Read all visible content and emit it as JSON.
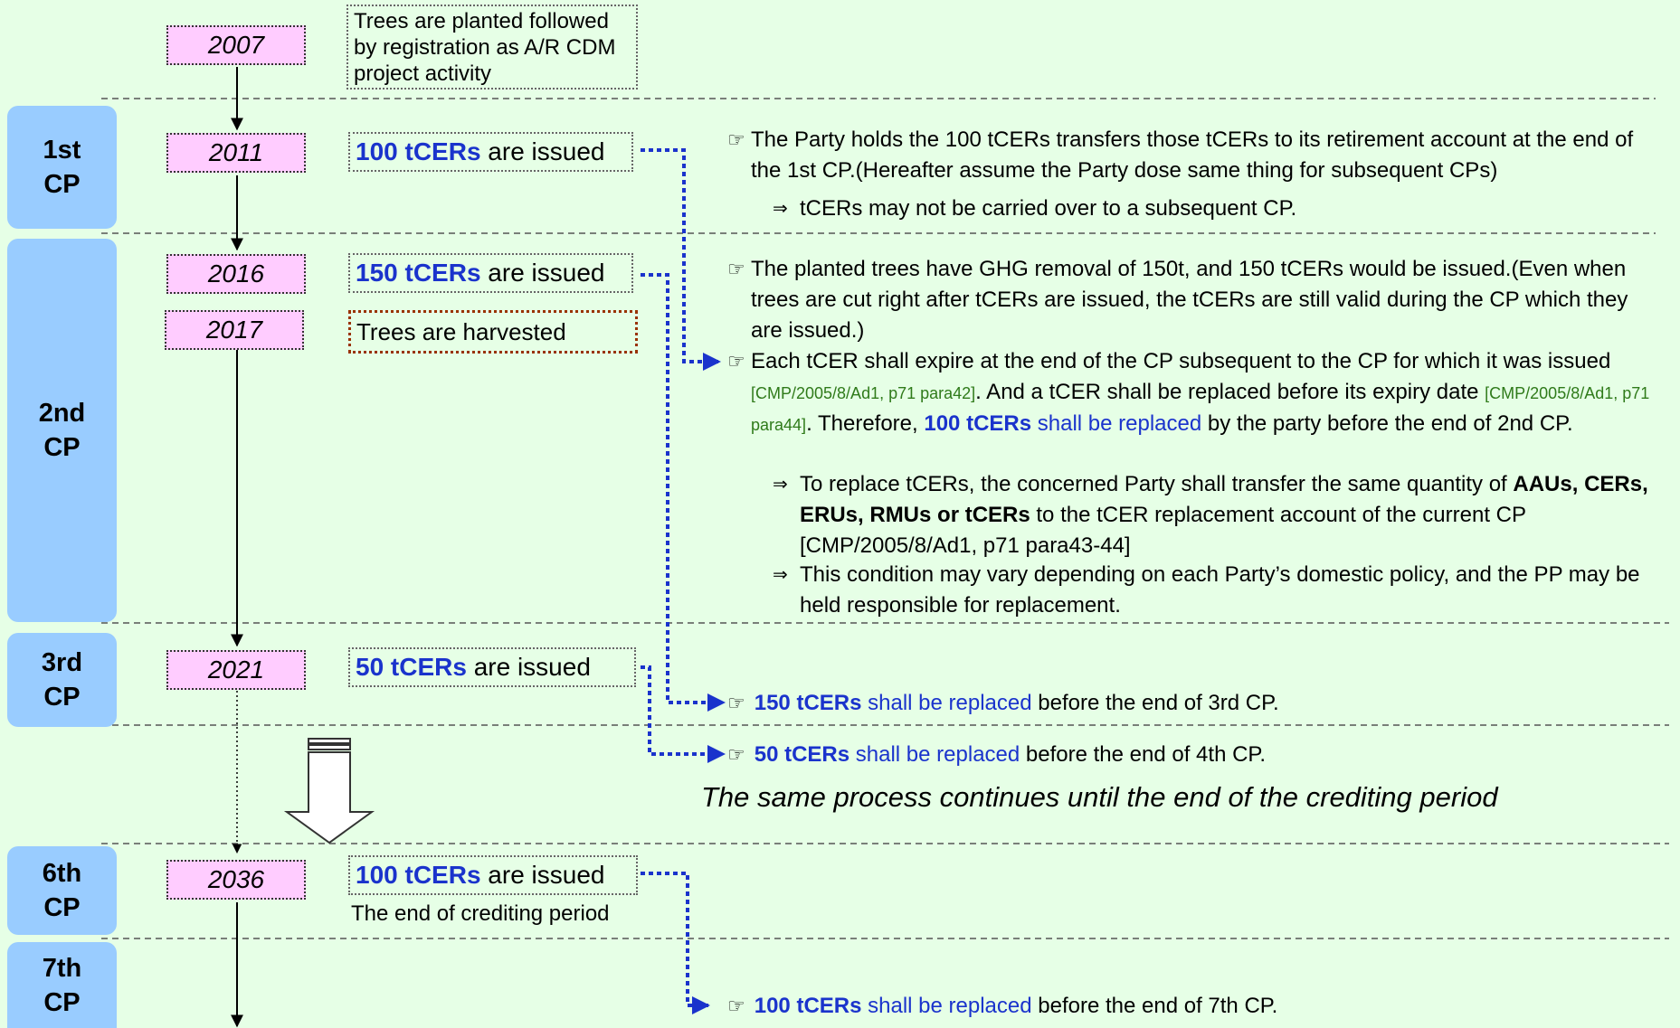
{
  "periods": [
    {
      "label": "1st\nCP"
    },
    {
      "label": "2nd\nCP"
    },
    {
      "label": "3rd\nCP"
    },
    {
      "label": "6th\nCP"
    },
    {
      "label": "7th\nCP"
    }
  ],
  "years": [
    "2007",
    "2011",
    "2016",
    "2017",
    "2021",
    "2036"
  ],
  "events": {
    "planted": "Trees are planted followed by registration as A/R CDM project activity",
    "issued_suffix": " are issued",
    "issued_2011": "100 tCERs",
    "issued_2016": "150 tCERs",
    "harvested": "Trees are harvested",
    "issued_2021": "50 tCERs",
    "issued_2036": "100 tCERs",
    "end_crediting": "The end of crediting period"
  },
  "notes": {
    "n1": "The Party holds the 100 tCERs transfers those tCERs to its retirement account at the end of the 1st CP.(Hereafter assume the Party dose same thing for subsequent CPs)",
    "n1_sub": "tCERs may not be carried over to a subsequent CP.",
    "n2": "The planted trees have GHG removal of 150t, and 150 tCERs would be issued.(Even when trees are cut right after tCERs are issued, the tCERs are still valid during the CP which they are issued.)",
    "n3_a": "Each tCER shall expire at the end of the CP subsequent to the CP for which it was issued ",
    "n3_ref1": "[CMP/2005/8/Ad1, p71 para42]",
    "n3_b": ". And a tCER shall be replaced before its expiry date ",
    "n3_ref2": "[CMP/2005/8/Ad1, p71 para44]",
    "n3_c": ". Therefore, ",
    "n3_num": "100 tCERs",
    "n3_blue": " shall be replaced",
    "n3_d": " by the party before the end of 2nd CP.",
    "n3_sub1_a": "To replace tCERs, the concerned Party shall transfer the same quantity of ",
    "n3_sub1_bold": "AAUs, CERs, ERUs, RMUs or tCERs",
    "n3_sub1_b": " to the tCER replacement account of the current CP ",
    "n3_sub1_ref": "[CMP/2005/8/Ad1, p71 para43-44]",
    "n3_sub2": "This condition may vary depending on each Party’s domestic policy, and the PP may be held responsible for replacement."
  },
  "replacements": [
    {
      "num": "150 tCERs",
      "blue": " shall be replaced",
      "rest": " before the end of 3rd CP."
    },
    {
      "num": "50 tCERs",
      "blue": " shall be replaced",
      "rest": " before the end of 4th CP."
    },
    {
      "num": "100 tCERs",
      "blue": " shall be replaced",
      "rest": " before the end of 7th CP."
    }
  ],
  "continue_text": "The same process continues until the end of the crediting period",
  "symbols": {
    "hand": "☞",
    "implies": "⇒"
  },
  "colors": {
    "background": "#e6ffe6",
    "period_box": "#99ccff",
    "year_box": "#ffccff",
    "tcer_blue": "#1a33cc",
    "reference_green": "#2f7a1a",
    "harvest_border": "#993300"
  }
}
